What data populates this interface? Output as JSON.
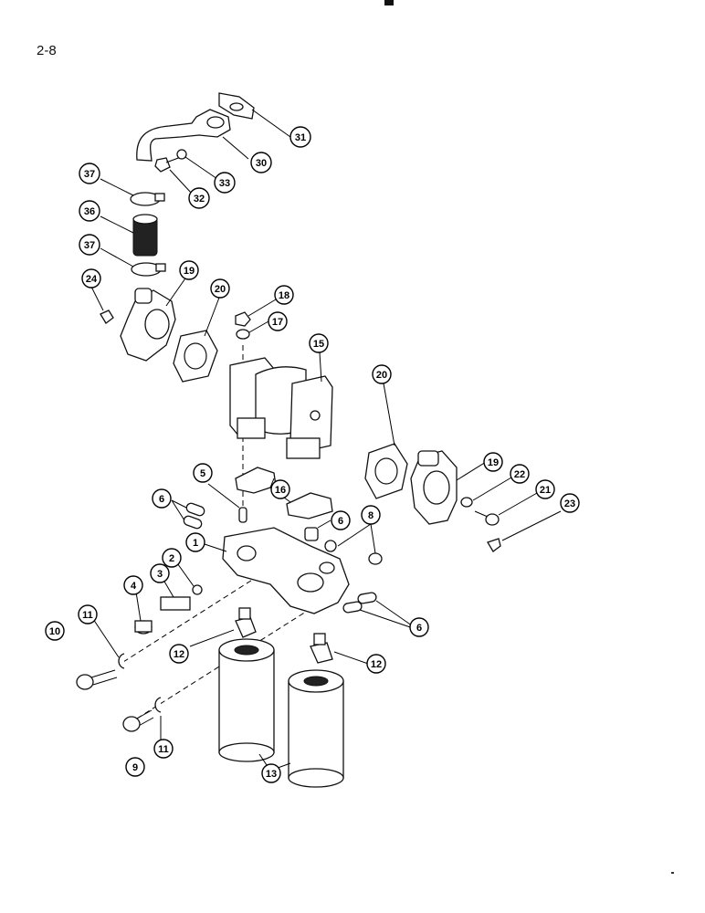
{
  "page": {
    "number": "2-8"
  },
  "callouts": [
    "31",
    "30",
    "33",
    "32",
    "37",
    "36",
    "37",
    "24",
    "19",
    "20",
    "18",
    "17",
    "15",
    "20",
    "19",
    "22",
    "21",
    "23",
    "5",
    "16",
    "6",
    "6",
    "8",
    "1",
    "2",
    "3",
    "4",
    "6",
    "11",
    "10",
    "12",
    "12",
    "9",
    "11",
    "13"
  ]
}
